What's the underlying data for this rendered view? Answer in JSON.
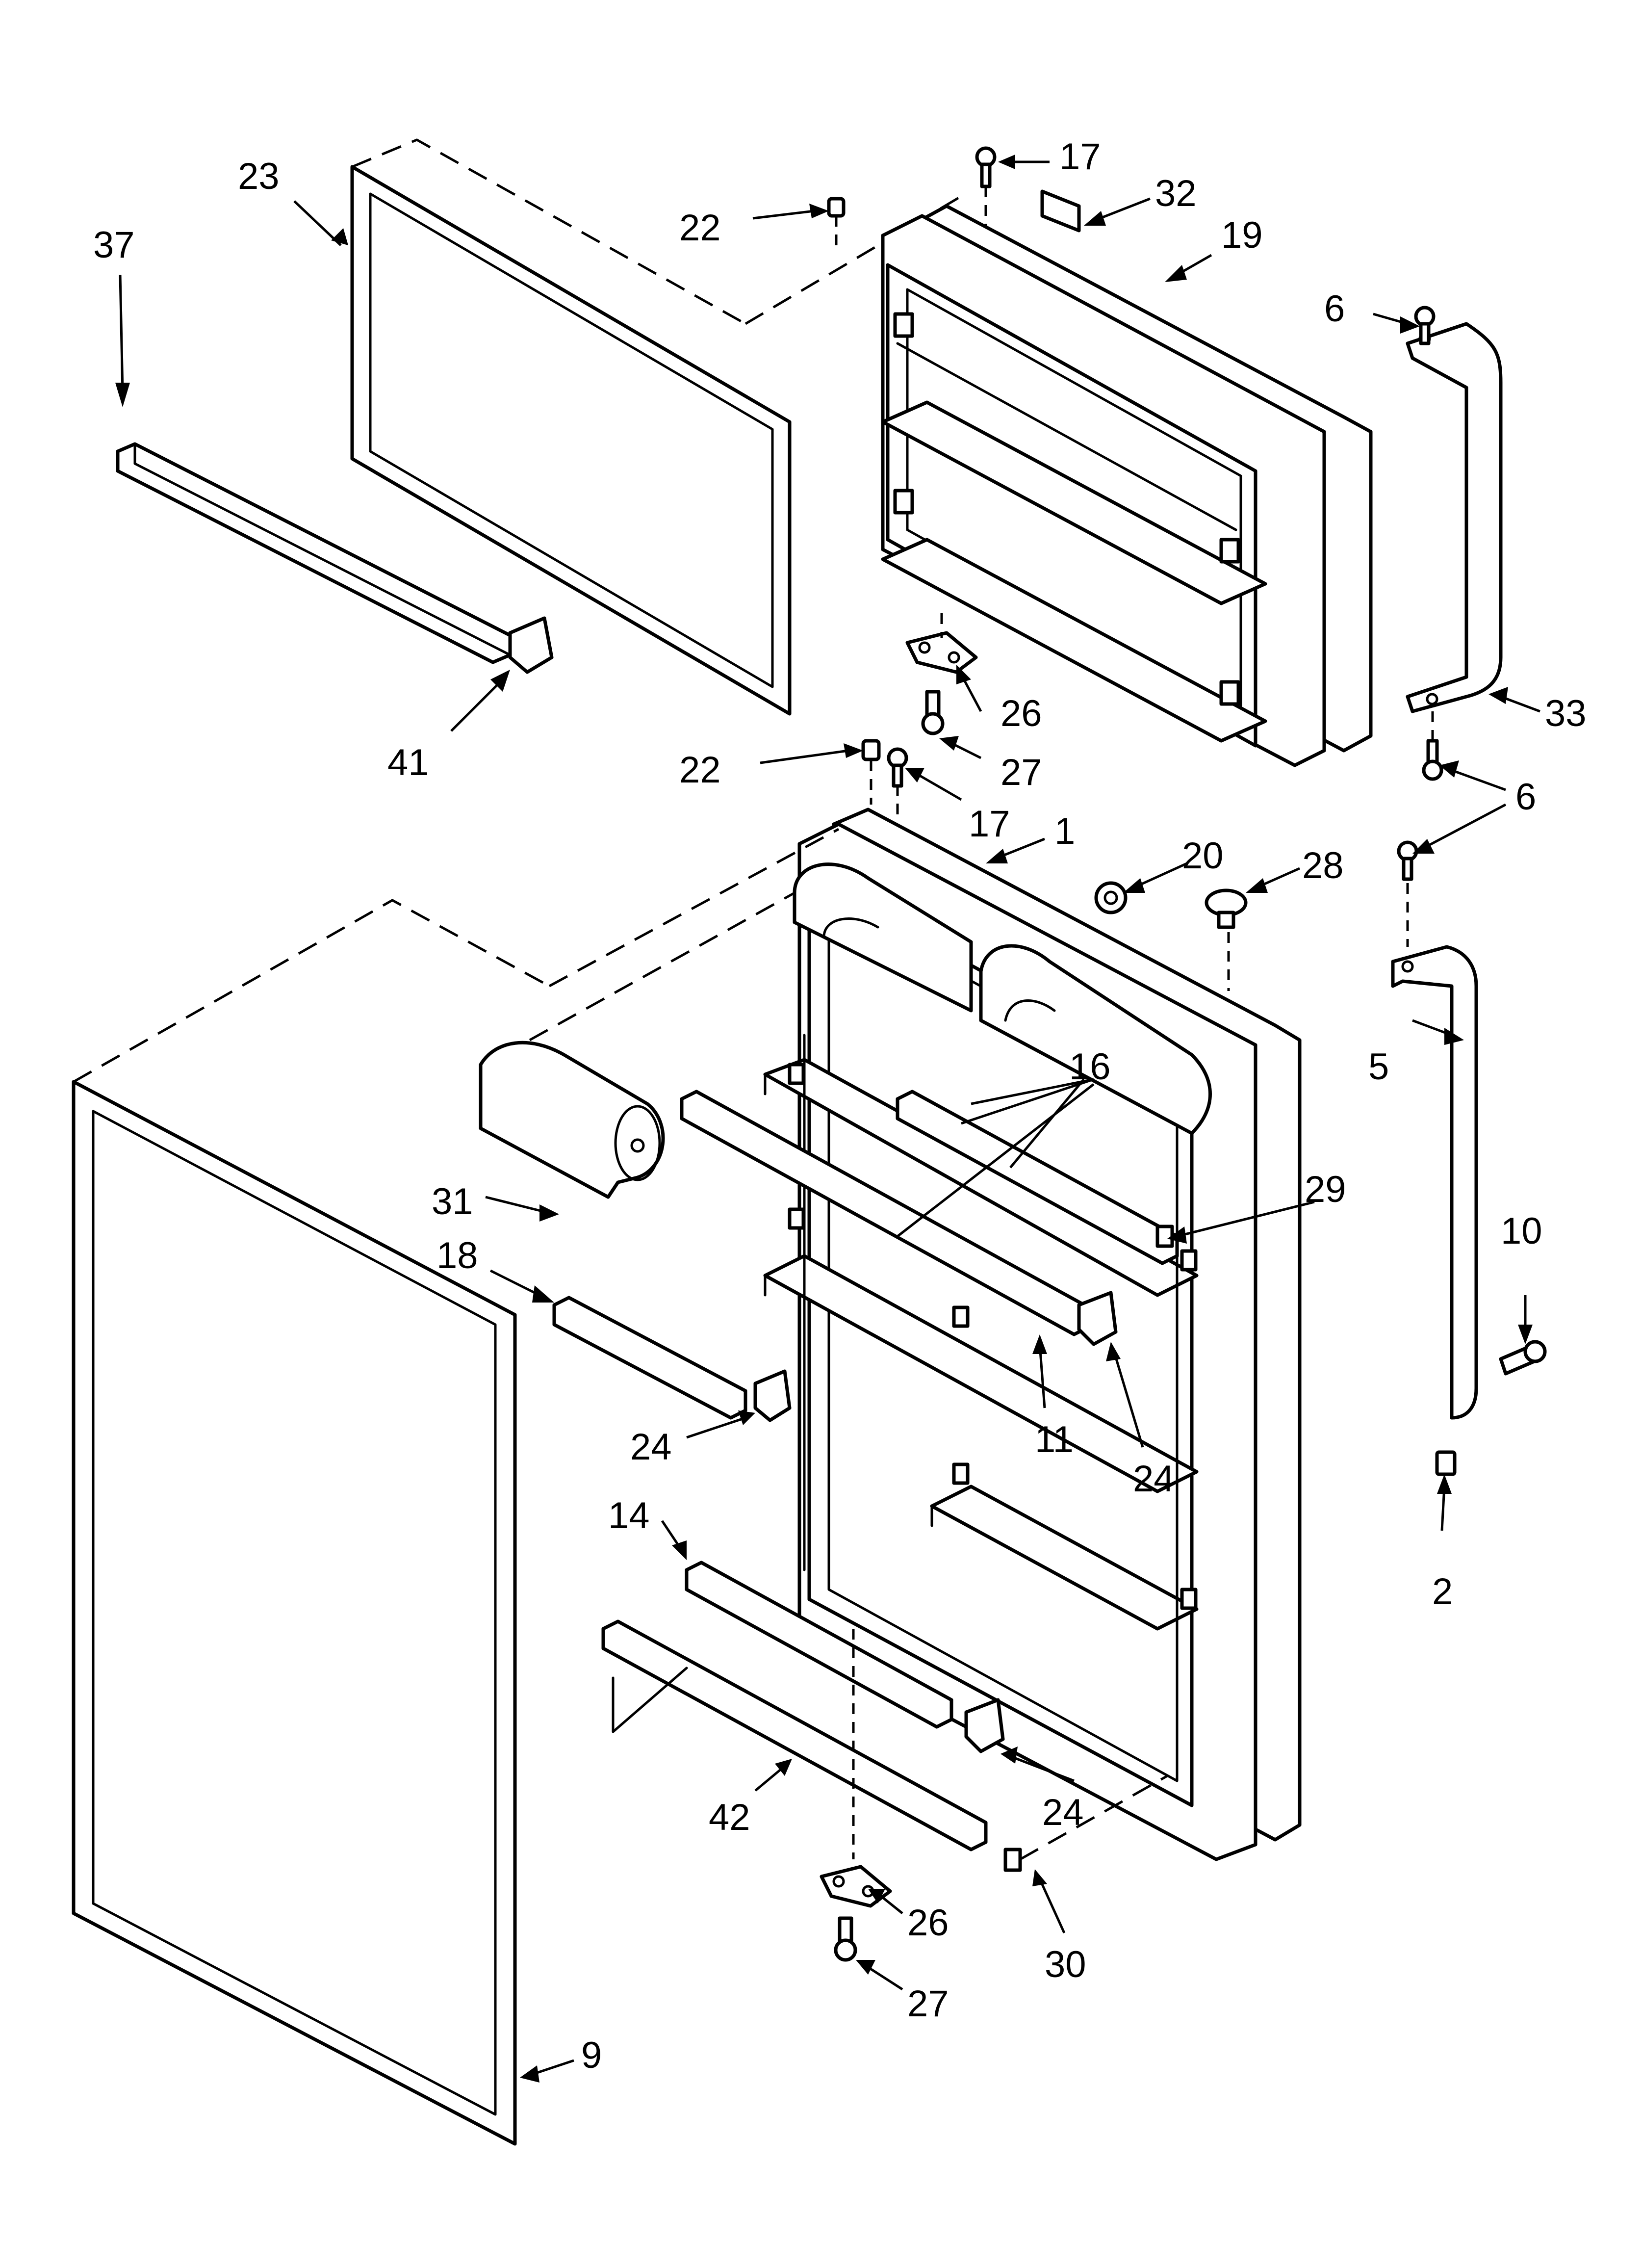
{
  "callouts": [
    {
      "id": "c37",
      "text": "37"
    },
    {
      "id": "c23",
      "text": "23"
    },
    {
      "id": "c41",
      "text": "41"
    },
    {
      "id": "c22a",
      "text": "22"
    },
    {
      "id": "c17a",
      "text": "17"
    },
    {
      "id": "c32",
      "text": "32"
    },
    {
      "id": "c19",
      "text": "19"
    },
    {
      "id": "c6a",
      "text": "6"
    },
    {
      "id": "c26a",
      "text": "26"
    },
    {
      "id": "c27a",
      "text": "27"
    },
    {
      "id": "c33",
      "text": "33"
    },
    {
      "id": "c6b",
      "text": "6"
    },
    {
      "id": "c22b",
      "text": "22"
    },
    {
      "id": "c17b",
      "text": "17"
    },
    {
      "id": "c1",
      "text": "1"
    },
    {
      "id": "c20",
      "text": "20"
    },
    {
      "id": "c28",
      "text": "28"
    },
    {
      "id": "c16",
      "text": "16"
    },
    {
      "id": "c5",
      "text": "5"
    },
    {
      "id": "c31",
      "text": "31"
    },
    {
      "id": "c29",
      "text": "29"
    },
    {
      "id": "c18",
      "text": "18"
    },
    {
      "id": "c10",
      "text": "10"
    },
    {
      "id": "c24a",
      "text": "24"
    },
    {
      "id": "c11",
      "text": "11"
    },
    {
      "id": "c24b",
      "text": "24"
    },
    {
      "id": "c2",
      "text": "2"
    },
    {
      "id": "c14",
      "text": "14"
    },
    {
      "id": "c24c",
      "text": "24"
    },
    {
      "id": "c42",
      "text": "42"
    },
    {
      "id": "c26b",
      "text": "26"
    },
    {
      "id": "c30",
      "text": "30"
    },
    {
      "id": "c27b",
      "text": "27"
    },
    {
      "id": "c9",
      "text": "9"
    }
  ]
}
